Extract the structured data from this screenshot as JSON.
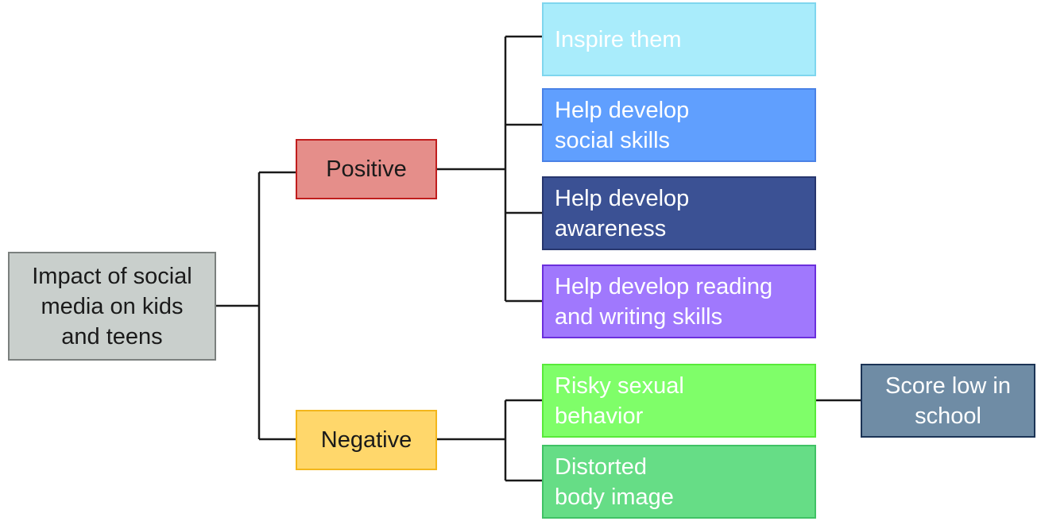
{
  "root": {
    "label": "Impact of social\nmedia on kids\nand teens",
    "fill": "#c9cfcc",
    "border": "#7b807e"
  },
  "positive": {
    "label": "Positive",
    "fill": "#e58e8a",
    "border": "#c01d1d",
    "items": [
      {
        "label": "Inspire them",
        "fill": "#a9ecfb",
        "border": "#7fd6ee"
      },
      {
        "label": "Help develop\nsocial skills",
        "fill": "#609ffe",
        "border": "#4a82e6"
      },
      {
        "label": "Help develop\nawareness",
        "fill": "#3b5194",
        "border": "#27366e"
      },
      {
        "label": "Help develop reading\nand writing skills",
        "fill": "#a078fd",
        "border": "#6b2fdc"
      }
    ]
  },
  "negative": {
    "label": "Negative",
    "fill": "#ffd76b",
    "border": "#f3b61b",
    "items": [
      {
        "label": "Risky sexual\nbehavior",
        "fill": "#7ffe69",
        "border": "#58ea3a"
      },
      {
        "label": "Distorted\nbody image",
        "fill": "#66dd86",
        "border": "#40c265"
      }
    ],
    "subitem": {
      "label": "Score low in\nschool",
      "fill": "#6f8ca5",
      "border": "#1b3355"
    }
  },
  "colors": {
    "connector": "#1a1a1a",
    "text_dark": "#1a1a1a",
    "text_light": "#ffffff"
  }
}
